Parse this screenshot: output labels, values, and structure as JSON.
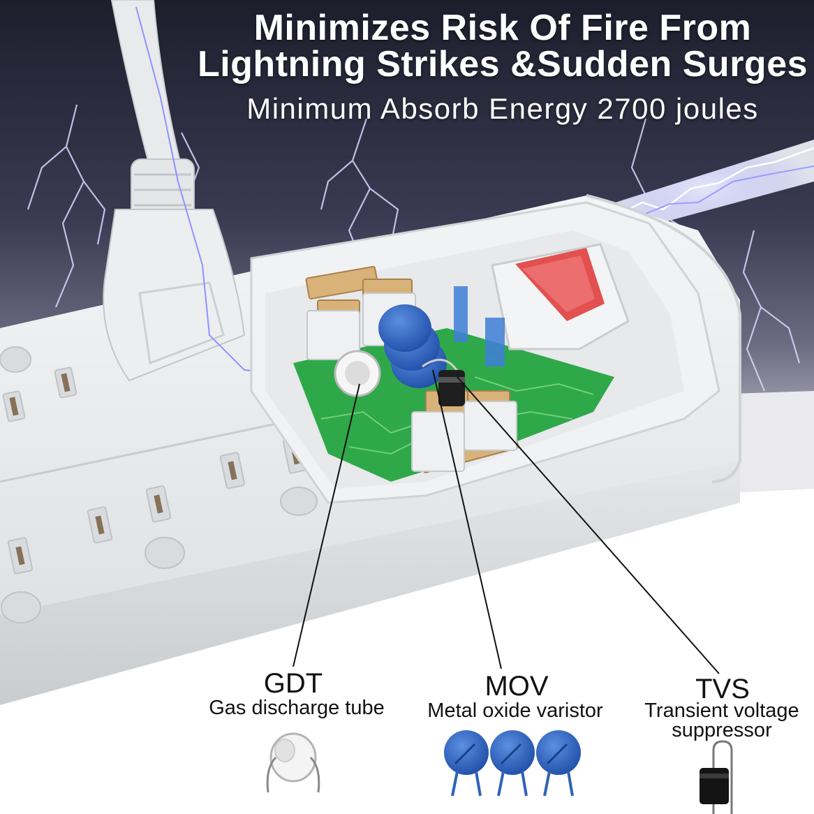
{
  "headline": {
    "line1": "Minimizes Risk Of Fire From",
    "line2": "Lightning Strikes &Sudden Surges",
    "line3": "Minimum Absorb Energy 2700 joules"
  },
  "components": [
    {
      "abbr": "GDT",
      "description": "Gas discharge tube",
      "icon": "gas-discharge-tube-icon"
    },
    {
      "abbr": "MOV",
      "description": "Metal oxide varistor",
      "icon": "varistor-icon"
    },
    {
      "abbr": "TVS",
      "description_line1": "Transient voltage",
      "description_line2": "suppressor",
      "icon": "tvs-diode-icon"
    }
  ],
  "colors": {
    "sky": "#2a2a3e",
    "strip": "#eceff0",
    "pcb": "#2fa84a",
    "switch": "#e35050",
    "varistor": "#2d62b8",
    "lightning": "#b9bcff"
  }
}
